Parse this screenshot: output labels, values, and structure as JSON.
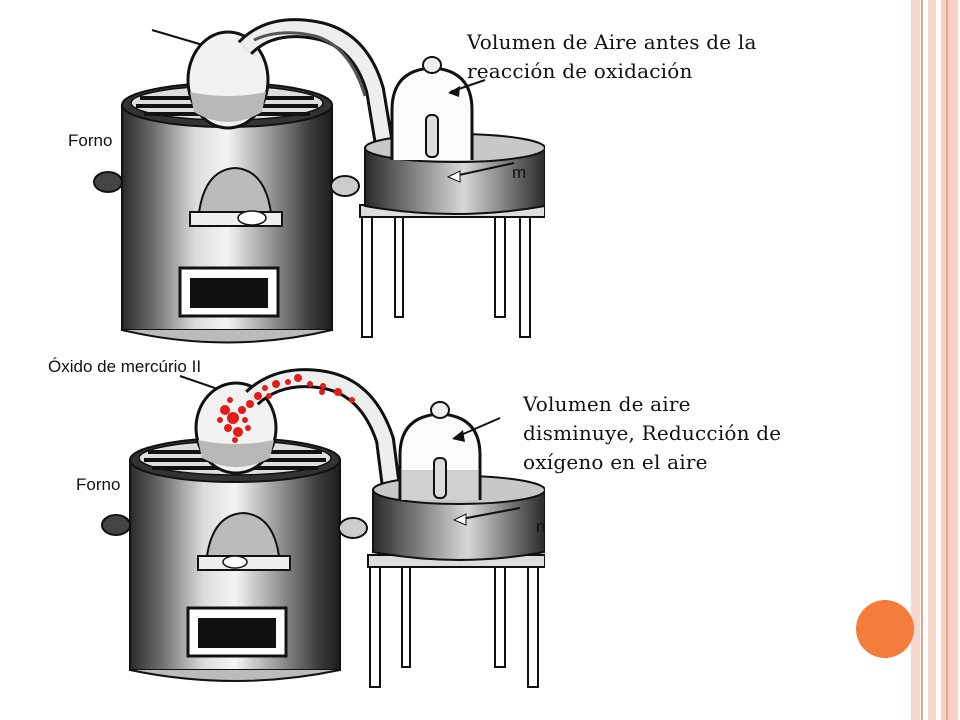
{
  "slide": {
    "caption_top": {
      "line1": "Volumen de Aire antes de la",
      "line2": "reacción de oxidación"
    },
    "caption_bottom": {
      "line1": "Volumen de aire",
      "line2": "disminuye, Reducción de",
      "line3": "oxígeno en el aire"
    }
  },
  "figure": {
    "top": {
      "furnace_label": "Forno",
      "partial_label": "m"
    },
    "bottom": {
      "oxide_label": "Óxido de mercúrio II",
      "furnace_label": "Forno",
      "partial_label": "n"
    }
  },
  "colors": {
    "accent_orange": "#f47c3c",
    "side_bar_light": "#f7cfc3",
    "side_bar_mid": "#eba08c",
    "mercury_oxide_red": "#e21b1b"
  },
  "icons": [
    "orange-circle-icon"
  ]
}
